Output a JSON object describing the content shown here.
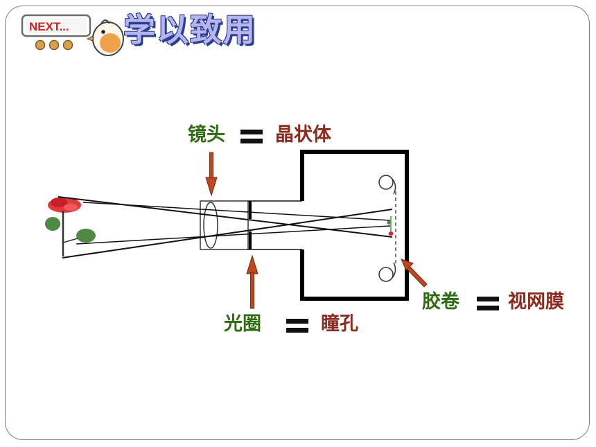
{
  "title": "学以致用",
  "logo": {
    "next_text": "NEXT...",
    "icon": "chick-mascot-icon"
  },
  "labels": {
    "lens": {
      "left": "镜头",
      "right": "晶状体"
    },
    "aperture": {
      "left": "光圈",
      "right": "瞳孔"
    },
    "film": {
      "left": "胶卷",
      "right": "视网膜"
    }
  },
  "colors": {
    "camera_term": "#2f6b12",
    "eye_term": "#8b2a1e",
    "arrow": "#c0461c",
    "title_fill": "#b7b4f2",
    "title_outline": "#2b3f8f"
  }
}
